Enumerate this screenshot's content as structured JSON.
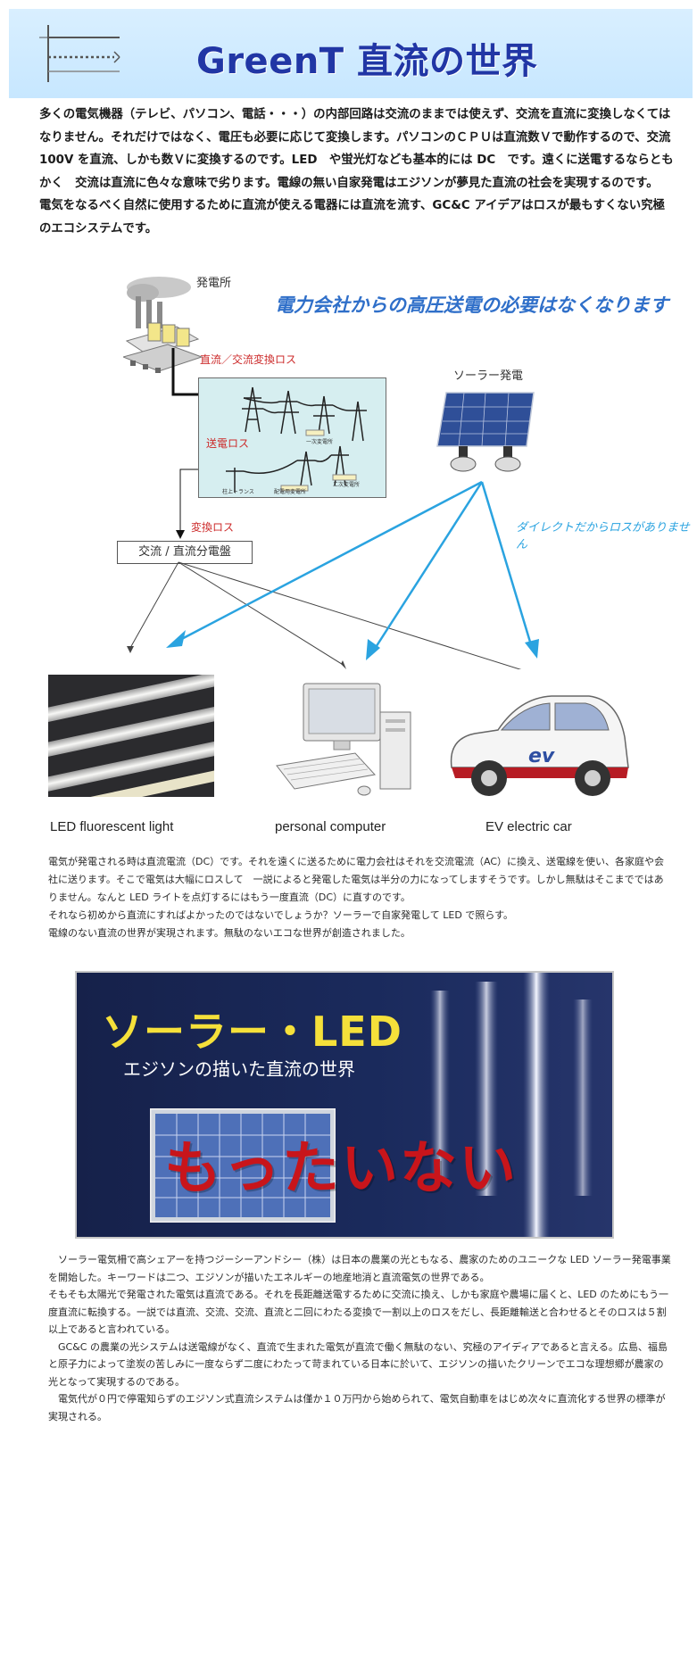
{
  "header": {
    "title": "GreenT 直流の世界",
    "icon": "dc-symbol-icon"
  },
  "intro": {
    "paragraphs": [
      "多くの電気機器（テレビ、パソコン、電話・・・）の内部回路は交流のままでは使えず、交流を直流に変換しなくてはなりません。それだけではなく、電圧も必要に応じて変換します。パソコンのＣＰＵは直流数Ｖで動作するので、交流 100V を直流、しかも数Ｖに変換するのです。LED　や蛍光灯なども基本的には DC　です。遠くに送電するならともかく　交流は直流に色々な意味で劣ります。電線の無い自家発電はエジソンが夢見た直流の社会を実現するのです。",
      "電気をなるべく自然に使用するために直流が使える電器には直流を流す、GC&C アイデアはロスが最もすくない究極のエコシステムです。"
    ]
  },
  "diagram": {
    "power_plant_label": "発電所",
    "headline": "電力会社からの高圧送電の必要はなくなります",
    "conversion_loss_label": "直流／交流変換ロス",
    "solar_label": "ソーラー発電",
    "transmission_loss_label": "送電ロス",
    "tower_label_1": "一次変電所",
    "tower_label_2": "二次変電所",
    "tower_label_3": "柱上トランス",
    "tower_label_4": "配電用変電所",
    "transform_loss_label": "変換ロス",
    "direct_note": "ダイレクトだからロスがありません",
    "panel_box_label": "交流 / 直流分電盤",
    "captions": [
      "LED fluorescent light",
      "personal computer",
      "EV electric car"
    ],
    "ev_badge": "ev",
    "colors": {
      "accent_blue": "#2aa3e0",
      "loss_red": "#cc2a2a",
      "headline_blue": "#2f6fc9"
    }
  },
  "explain": {
    "paragraphs": [
      "電気が発電される時は直流電流（DC）です。それを遠くに送るために電力会社はそれを交流電流（AC）に換え、送電線を使い、各家庭や会社に送ります。そこで電気は大幅にロスして　一説によると発電した電気は半分の力になってしますそうです。しかし無駄はそこまでではありません。なんと LED ライトを点灯するにはもう一度直流（DC）に直すのです。",
      "それなら初めから直流にすればよかったのではないでしょうか？ソーラーで自家発電して LED で照らす。",
      "電線のない直流の世界が実現されます。無駄のないエコな世界が創造されました。"
    ]
  },
  "banner": {
    "title": "ソーラー・LED",
    "subtitle": "エジソンの描いた直流の世界",
    "slogan": "もったいない"
  },
  "closing": {
    "paragraphs": [
      "　ソーラー電気柵で高シェアーを持つジーシーアンドシー（株）は日本の農業の光ともなる、農家のためのユニークな LED ソーラー発電事業を開始した。キーワードは二つ、エジソンが描いたエネルギーの地産地消と直流電気の世界である。",
      "そもそも太陽光で発電された電気は直流である。それを長距離送電するために交流に換え、しかも家庭や農場に届くと、LED のためにもう一度直流に転換する。一説では直流、交流、交流、直流と二回にわたる変換で一割以上のロスをだし、長距離輸送と合わせるとそのロスは５割以上であると言われている。",
      "　GC&C の農業の光システムは送電線がなく、直流で生まれた電気が直流で働く無駄のない、究極のアイディアであると言える。広島、福島と原子力によって塗炭の苦しみに一度ならず二度にわたって苛まれている日本に於いて、エジソンの描いたクリーンでエコな理想郷が農家の光となって実現するのである。",
      "　電気代が０円で停電知らずのエジソン式直流システムは僅か１０万円から始められて、電気自動車をはじめ次々に直流化する世界の標準が実現される。"
    ]
  }
}
